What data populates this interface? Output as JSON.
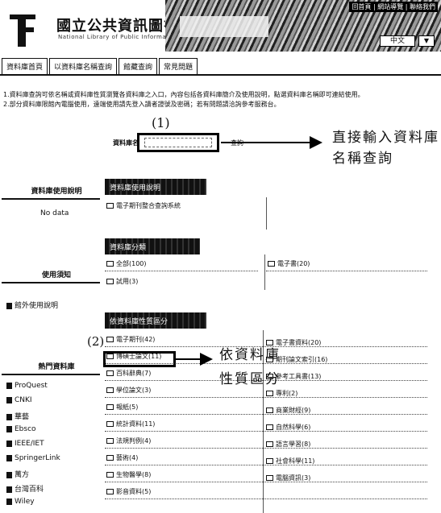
{
  "header": {
    "library_name": "國立公共資訊圖書館",
    "library_subtitle": "National Library of Public Information",
    "top_links": "回首頁 | 網站導覽 | 聯絡我們",
    "language": "中文",
    "language_arrow": "▼"
  },
  "tabs": [
    {
      "label": "資料庫首頁"
    },
    {
      "label": "以資料庫名稱查詢"
    },
    {
      "label": "館藏查詢"
    },
    {
      "label": "常見問題"
    }
  ],
  "instructions": [
    "1.資料庫查詢可依名稱或資料庫性質瀏覽各資料庫之入口，內容包括各資料庫簡介及使用說明，點選資料庫名稱即可連結使用。",
    "2.部分資料庫限館內電腦使用，遠端使用請先登入讀者證號及密碼；若有問題請洽詢參考服務台。"
  ],
  "search": {
    "annotation": "(1)",
    "label": "資料庫名稱",
    "placeholder": "",
    "button": "查詢",
    "note_line1": "直接輸入資料庫",
    "note_line2": "名稱查詢"
  },
  "left_column": {
    "section1_title": "資料庫使用說明",
    "section1_item": "No data",
    "section2_title": "使用須知",
    "section2_item": "館外使用說明",
    "section3_title": "熱門資料庫",
    "popular": [
      "ProQuest",
      "CNKI",
      "華藝",
      "Ebsco",
      "IEEE/IET",
      "SpringerLink",
      "萬方",
      "台灣百科",
      "Wiley"
    ]
  },
  "sections": [
    {
      "title": "資料庫使用說明"
    },
    {
      "title": "資料庫分類"
    },
    {
      "title": "依資料庫性質區分"
    }
  ],
  "section1_items": [
    "電子期刊整合查詢系統"
  ],
  "section2_items_left": [
    "全部(100)",
    "試用(3)"
  ],
  "section2_items_right": [
    "電子書(20)"
  ],
  "section3_items_left": [
    "電子期刊(42)",
    "博碩士論文(11)",
    "百科辭典(7)",
    "學位論文(3)",
    "報紙(5)",
    "統計資料(11)",
    "法規判例(4)",
    "藝術(4)",
    "生物醫學(8)",
    "影音資料(5)"
  ],
  "section3_items_right": [
    "電子書資料(20)",
    "期刊論文索引(16)",
    "參考工具書(13)",
    "專利(2)",
    "商業財經(9)",
    "自然科學(6)",
    "語言學習(8)",
    "社會科學(11)",
    "電腦資訊(3)"
  ],
  "annotation2": {
    "label": "(2)",
    "note_line1": "依資料庫",
    "note_line2": "性質區分"
  }
}
